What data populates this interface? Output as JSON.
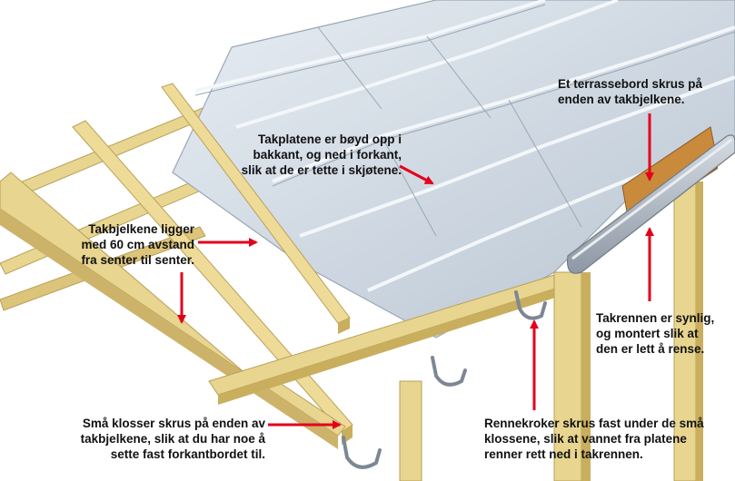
{
  "colors": {
    "arrow": "#e3001b",
    "timber": "#e8d58f",
    "timber_dark": "#c9ae5e",
    "roof": "#c8d3df",
    "roof_ridge": "#eef3f8",
    "gutter": "#aeb6c0",
    "board": "#c98a3c"
  },
  "icons": {
    "arrow": "red-arrow-icon",
    "hook": "gutter-hook-icon"
  },
  "annotations": {
    "terrassebord": [
      "Et terrassebord skrus på",
      "enden av takbjelkene."
    ],
    "takplatene": [
      "Takplatene er bøyd opp i",
      "bakkant, og ned i forkant,",
      "slik at de er tette i skjøtene."
    ],
    "takbjelkene": [
      "Takbjelkene ligger",
      "med 60 cm avstand",
      "fra senter til senter."
    ],
    "takrennen": [
      "Takrennen er synlig,",
      "og montert slik at",
      "den er lett å rense."
    ],
    "klosser": [
      "Små klosser skrus på enden av",
      "takbjelkene, slik at du har noe å",
      "sette fast forkantbordet til."
    ],
    "rennekroker": [
      "Rennekroker skrus fast under de små",
      "klossene, slik at vannet fra platene",
      "renner rett ned i takrennen."
    ]
  }
}
